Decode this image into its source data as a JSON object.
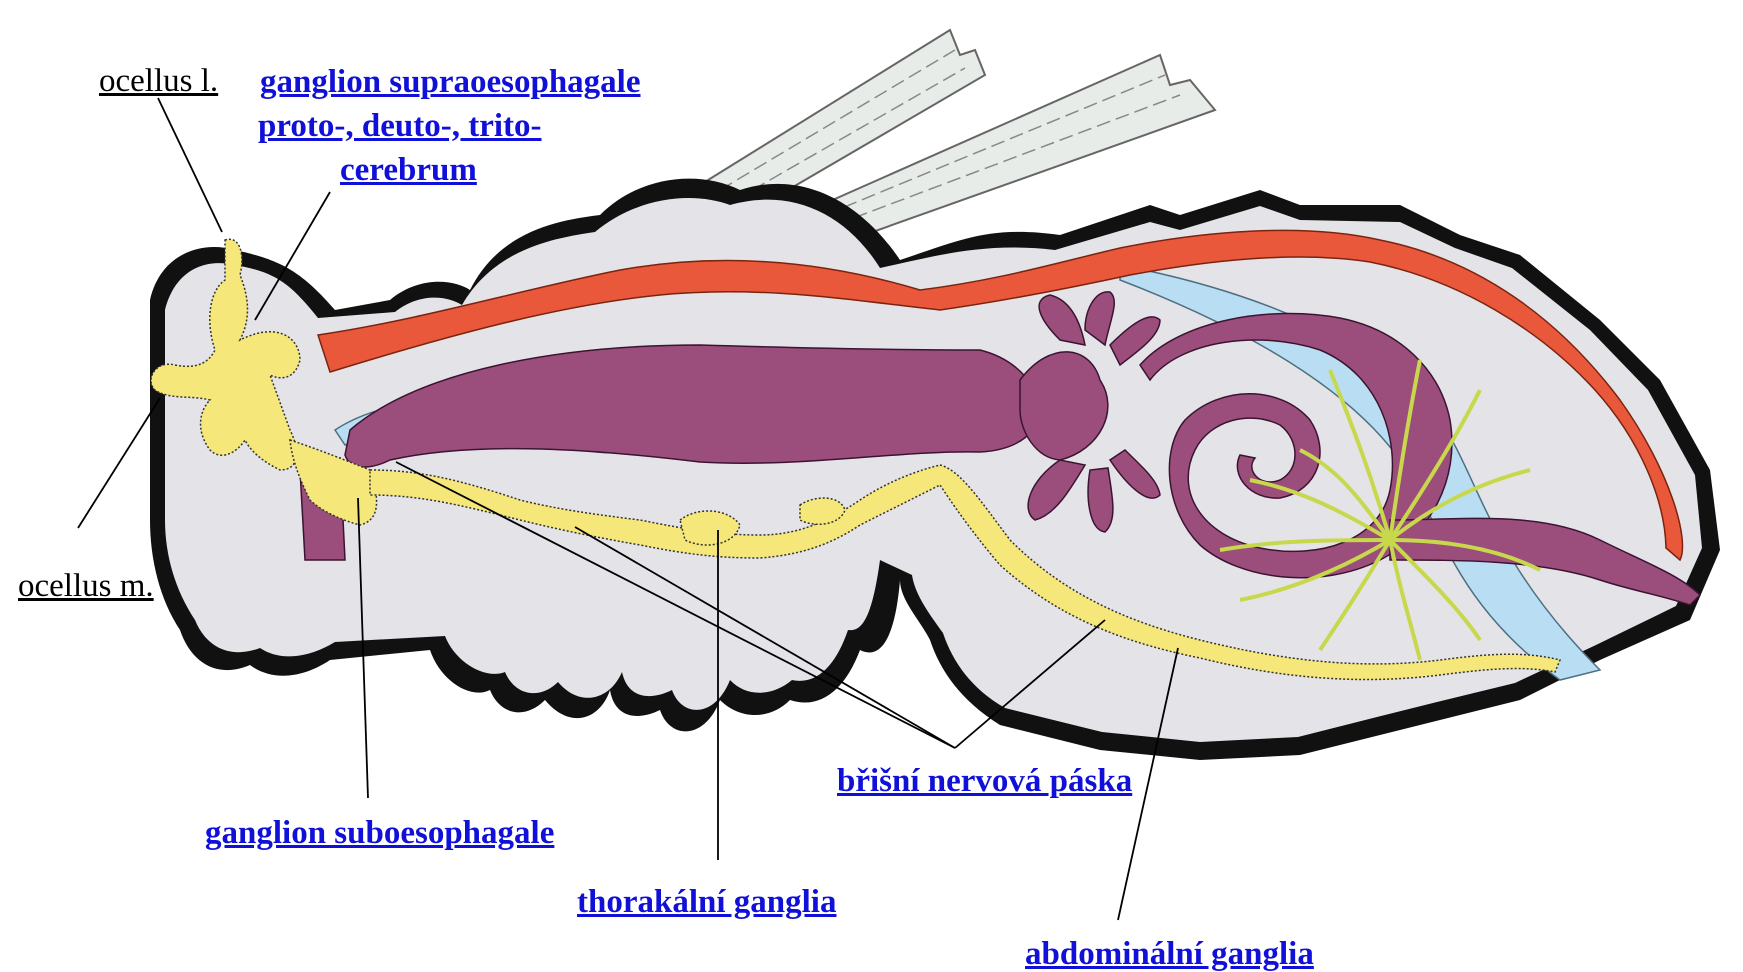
{
  "colors": {
    "link": "#1010d8",
    "nerve": "#f6e77a",
    "gut": "#9b4e7c",
    "heart": "#e9583a",
    "trachea": "#b9def3",
    "body": "#e4e3e8",
    "outline": "#111111"
  },
  "labels": {
    "ocellus_l": "ocellus l.",
    "ocellus_m": "ocellus m.",
    "supra_1": "ganglion supraoesophagale",
    "supra_2": "proto-, deuto-, trito-",
    "supra_3": "cerebrum",
    "suboeso": "ganglion suboesophagale",
    "thorax": "thorakální ganglia",
    "ventral": "břišní nervová páska",
    "abdomen": "abdominální ganglia"
  }
}
